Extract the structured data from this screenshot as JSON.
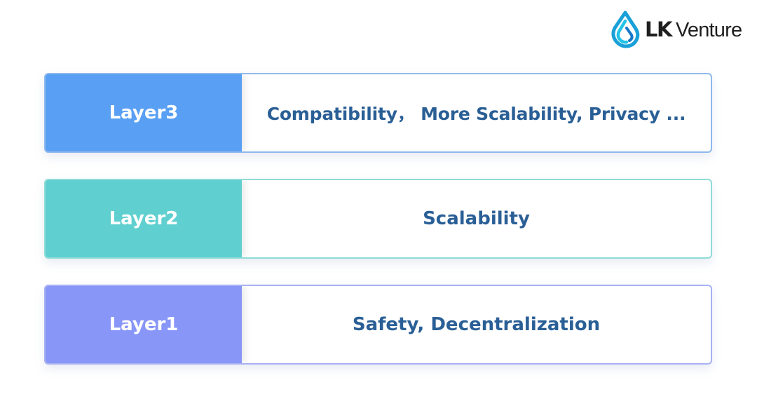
{
  "logo": {
    "brand": "LK",
    "name": "Venture",
    "icon": "lk-venture-logo-icon",
    "icon_colors": [
      "#1aa0d8",
      "#23c3e6",
      "#1878c8"
    ]
  },
  "layers": [
    {
      "label": "Layer3",
      "description": "Compatibility， More Scalability, Privacy ...",
      "color": "#599ff3",
      "border_color": "#8fb9ee"
    },
    {
      "label": "Layer2",
      "description": "Scalability",
      "color": "#5fd0cf",
      "border_color": "#8fdcd8"
    },
    {
      "label": "Layer1",
      "description": "Safety, Decentralization",
      "color": "#8896f8",
      "border_color": "#a8b1f2"
    }
  ],
  "text_color": "#2a5f96"
}
